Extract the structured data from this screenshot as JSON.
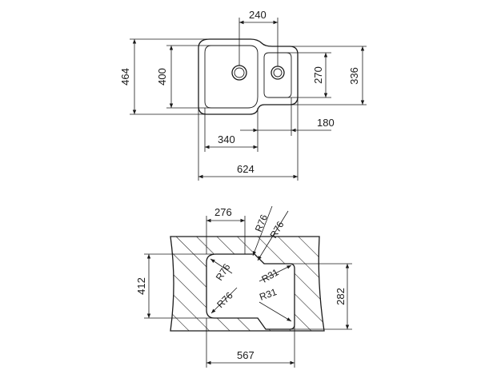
{
  "top_view": {
    "dims": {
      "d240": "240",
      "d464": "464",
      "d400": "400",
      "d270": "270",
      "d336": "336",
      "d340": "340",
      "d180": "180",
      "d624": "624"
    }
  },
  "cutout_view": {
    "dims": {
      "d276": "276",
      "r76_a": "R76",
      "r76_b": "R76",
      "r76_c": "R76",
      "r76_d": "R76",
      "r31_a": "R31",
      "r31_b": "R31",
      "d412": "412",
      "d282": "282",
      "d567": "567"
    }
  }
}
